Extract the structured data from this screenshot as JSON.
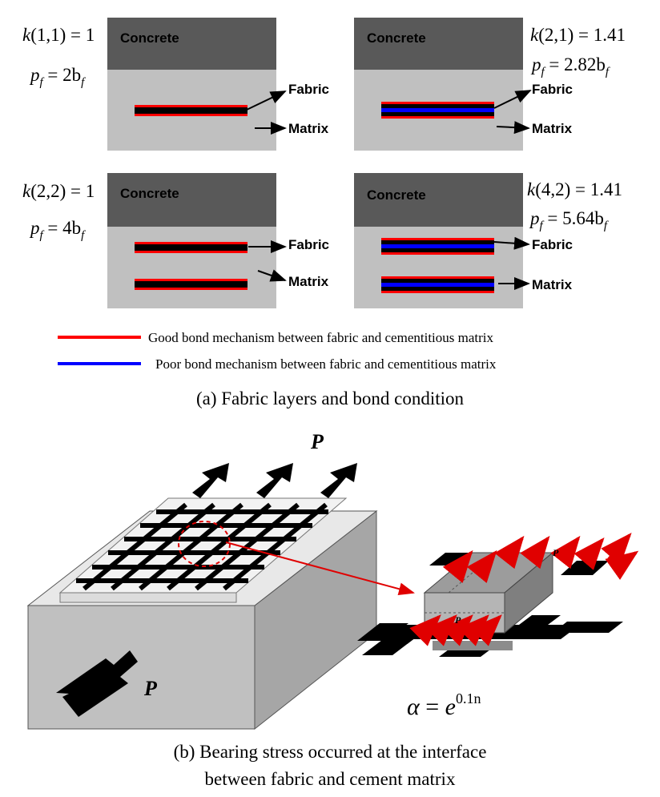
{
  "panel_a": {
    "boxes": [
      {
        "concrete": "Concrete",
        "fabric": "Fabric",
        "matrix": "Matrix",
        "k": "k(1,1)",
        "k_val": "1",
        "p": "2b",
        "p_sub": "f"
      },
      {
        "concrete": "Concrete",
        "fabric": "Fabric",
        "matrix": "Matrix",
        "k": "k(2,1)",
        "k_val": "1.41",
        "p": "2.82b",
        "p_sub": "f"
      },
      {
        "concrete": "Concrete",
        "fabric": "Fabric",
        "matrix": "Matrix",
        "k": "k(2,2)",
        "k_val": "1",
        "p": "4b",
        "p_sub": "f"
      },
      {
        "concrete": "Concrete",
        "fabric": "Fabric",
        "matrix": "Matrix",
        "k": "k(4,2)",
        "k_val": "1.41",
        "p": "5.64b",
        "p_sub": "f"
      }
    ],
    "p_symbol": "p",
    "legend": {
      "good": "Good bond mechanism between fabric and cementitious matrix",
      "poor": "Poor bond mechanism between fabric and cementitious matrix",
      "good_color": "#ff0000",
      "poor_color": "#0000ff"
    },
    "caption": "(a) Fabric layers and bond condition"
  },
  "panel_b": {
    "load_top": "P",
    "load_bottom": "P",
    "load_detail_top": "P",
    "load_detail_mid": "P",
    "alpha_eq": "α = e",
    "alpha_exp": "0.1n",
    "caption_line1": "(b) Bearing stress occurred at the interface",
    "caption_line2": "between fabric and cement matrix"
  },
  "colors": {
    "concrete": "#595959",
    "matrix": "#c0c0c0",
    "fabric_black": "#000000"
  }
}
